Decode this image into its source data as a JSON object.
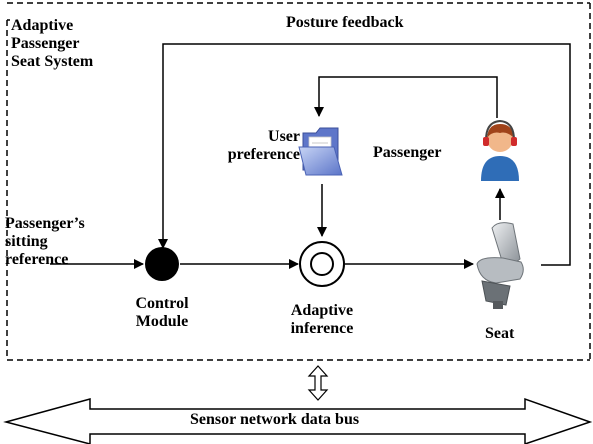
{
  "system_title": [
    "Adaptive",
    "Passenger",
    "Seat System"
  ],
  "posture_feedback": "Posture feedback",
  "user_preference": [
    "User",
    "preference"
  ],
  "passenger": "Passenger",
  "sitting_reference": [
    "Passenger’s",
    "sitting",
    "reference"
  ],
  "control_module": [
    "Control",
    "Module"
  ],
  "adaptive_inference": [
    "Adaptive",
    "inference"
  ],
  "seat": "Seat",
  "bus_label": "Sensor network data bus",
  "colors": {
    "line": "#000000",
    "folder": "#7f96d8",
    "seat": "#9aa1a8",
    "skin": "#f1b78a",
    "hair": "#a0431a",
    "shirt": "#2f6db7"
  }
}
